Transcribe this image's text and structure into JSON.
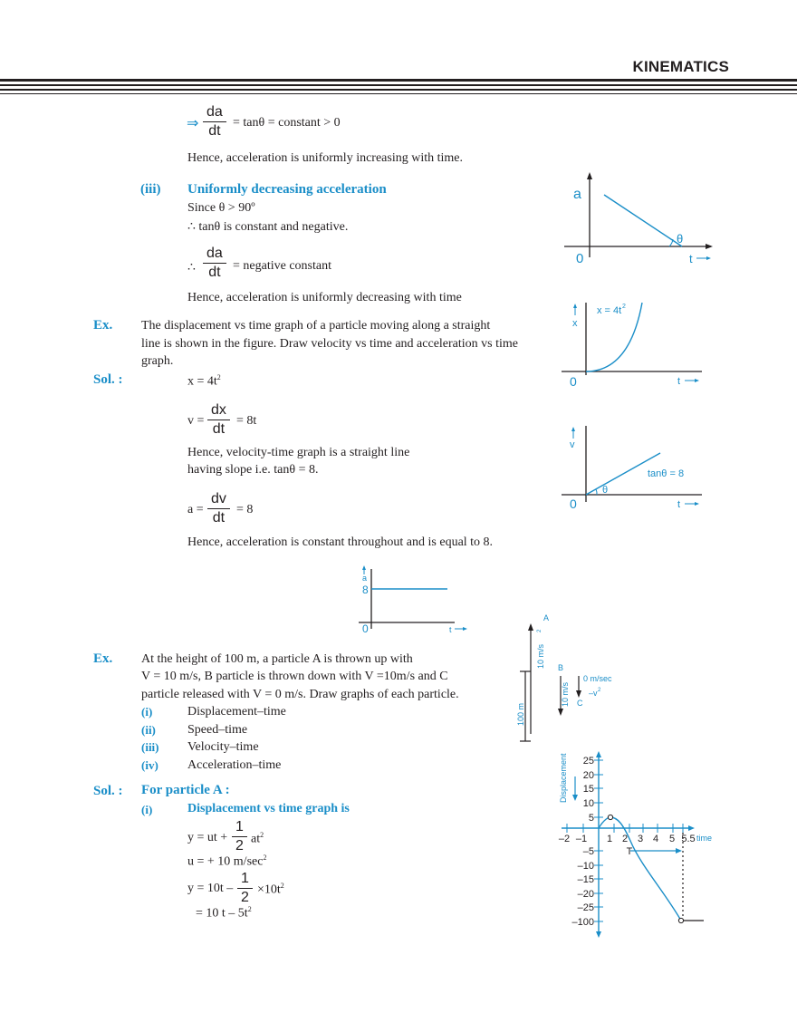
{
  "header": {
    "title": "KINEMATICS"
  },
  "block1": {
    "implies": "⇒",
    "frac_num": "da",
    "frac_den": "dt",
    "eq_tail": "= tanθ = constant > 0",
    "hence": "Hence, acceleration is uniformly increasing with time."
  },
  "section_iii": {
    "num": "(iii)",
    "title": "Uniformly decreasing acceleration",
    "since": "Since θ > 90º",
    "therefore1": "∴ tanθ is constant and negative.",
    "therefore_sym": "∴",
    "frac_num": "da",
    "frac_den": "dt",
    "eq_tail": "= negative constant",
    "hence": "Hence, acceleration is uniformly decreasing with time"
  },
  "ex1": {
    "label": "Ex.",
    "line1": "The displacement vs time graph of a particle moving along a straight",
    "line2": "line is shown in the figure. Draw velocity vs time and acceleration vs time",
    "line3": "graph."
  },
  "sol1": {
    "label": "Sol. :",
    "x_eq": "x = 4t",
    "x_sup": "2",
    "v_pre": "v =",
    "v_num": "dx",
    "v_den": "dt",
    "v_tail": "= 8t",
    "hence1": "Hence, velocity-time graph is a straight line",
    "hence2": "having slope i.e. tanθ = 8.",
    "a_pre": "a =",
    "a_num": "dv",
    "a_den": "dt",
    "a_tail": "= 8",
    "hence3": "Hence, acceleration is constant throughout and is equal to 8."
  },
  "graph_a_dec": {
    "y_label": "a",
    "origin": "0",
    "theta": "θ",
    "t_label": "t"
  },
  "graph_x": {
    "y_label": "x",
    "curve_label": "x = 4t",
    "curve_sup": "2",
    "origin": "0",
    "t_label": "t"
  },
  "graph_v": {
    "y_label": "v",
    "line_label": "tanθ = 8",
    "theta": "θ",
    "origin": "0",
    "t_label": "t"
  },
  "graph_a_const": {
    "y_label": "a",
    "value": "8",
    "origin": "0",
    "t_label": "t"
  },
  "ex2": {
    "label": "Ex.",
    "line1": "At the height of 100 m, a particle A is thrown up with",
    "line2": "V = 10 m/s, B particle is thrown down with V =10m/s and C",
    "line3": "particle released with V = 0 m/s. Draw graphs of each particle.",
    "items": [
      {
        "num": "(i)",
        "text": "Displacement–time"
      },
      {
        "num": "(ii)",
        "text": "Speed–time"
      },
      {
        "num": "(iii)",
        "text": "Velocity–time"
      },
      {
        "num": "(iv)",
        "text": "Acceleration–time"
      }
    ]
  },
  "fig_abc": {
    "a": "A",
    "a_speed": "10 m/s",
    "a_sup": "2",
    "b": "B",
    "b_speed": "10 m/s",
    "c": "C",
    "c_speed": "0 m/sec",
    "c_note": "–v",
    "c_sup": "2",
    "height": "100 m"
  },
  "sol2": {
    "label": "Sol. :",
    "heading": "For particle A :",
    "sub_num": "(i)",
    "sub_title": "Displacement  vs time graph is",
    "eq1_pre": "y = ut +",
    "eq1_num": "1",
    "eq1_den": "2",
    "eq1_tail": "at",
    "eq1_sup": "2",
    "eq2": "u = + 10 m/sec",
    "eq2_sup": "2",
    "eq3_pre": "y = 10t –",
    "eq3_num": "1",
    "eq3_den": "2",
    "eq3_tail": "×10t",
    "eq3_sup": "2",
    "eq4": "= 10 t – 5t",
    "eq4_sup": "2"
  },
  "disp_graph": {
    "y_title": "Displacement",
    "x_title": "time",
    "y_pos_ticks": [
      "25",
      "20",
      "15",
      "10",
      "5"
    ],
    "y_neg_ticks": [
      "–5",
      "–10",
      "–15",
      "–20",
      "–25",
      "–100"
    ],
    "x_neg_ticks": [
      "–2",
      "–1"
    ],
    "x_pos_ticks": [
      "1",
      "2",
      "3",
      "4",
      "5",
      "5.5"
    ],
    "t_mark": "T"
  },
  "colors": {
    "accent": "#1a8ec8",
    "text": "#231f20"
  }
}
